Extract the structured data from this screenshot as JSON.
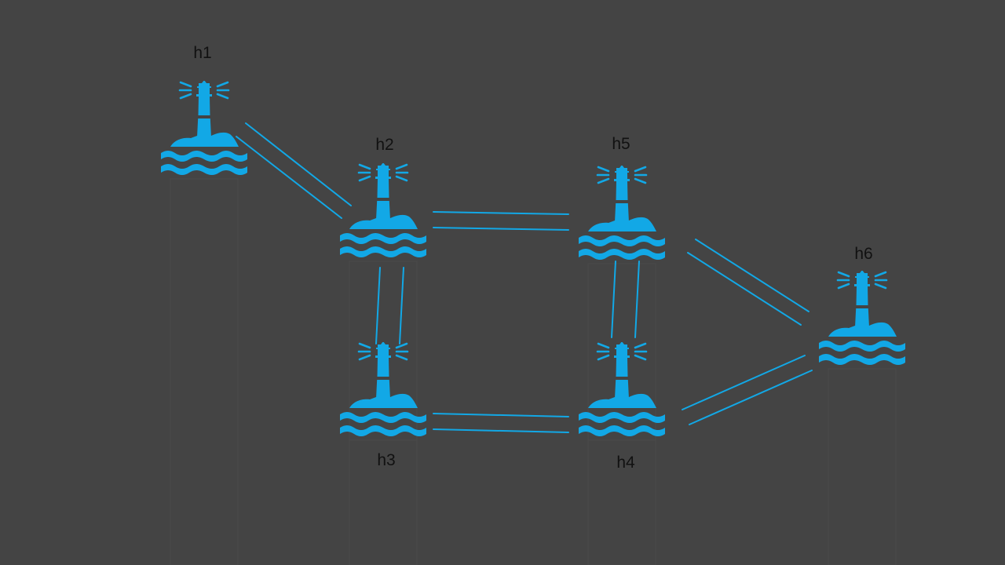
{
  "diagram": {
    "colors": {
      "background": "#444444",
      "accent": "#12a8e6",
      "label": "#111111",
      "shadow": "#4a4a4a"
    },
    "nodes": [
      {
        "id": "h1",
        "label": "h1",
        "icon": "lighthouse-icon"
      },
      {
        "id": "h2",
        "label": "h2",
        "icon": "lighthouse-icon"
      },
      {
        "id": "h3",
        "label": "h3",
        "icon": "lighthouse-icon"
      },
      {
        "id": "h4",
        "label": "h4",
        "icon": "lighthouse-icon"
      },
      {
        "id": "h5",
        "label": "h5",
        "icon": "lighthouse-icon"
      },
      {
        "id": "h6",
        "label": "h6",
        "icon": "lighthouse-icon"
      }
    ],
    "links": [
      {
        "from": "h1",
        "to": "h2",
        "style": "double-line"
      },
      {
        "from": "h2",
        "to": "h5",
        "style": "double-line"
      },
      {
        "from": "h2",
        "to": "h3",
        "style": "double-line"
      },
      {
        "from": "h3",
        "to": "h4",
        "style": "double-line"
      },
      {
        "from": "h5",
        "to": "h4",
        "style": "double-line"
      },
      {
        "from": "h5",
        "to": "h6",
        "style": "double-line"
      },
      {
        "from": "h4",
        "to": "h6",
        "style": "double-line"
      }
    ]
  }
}
